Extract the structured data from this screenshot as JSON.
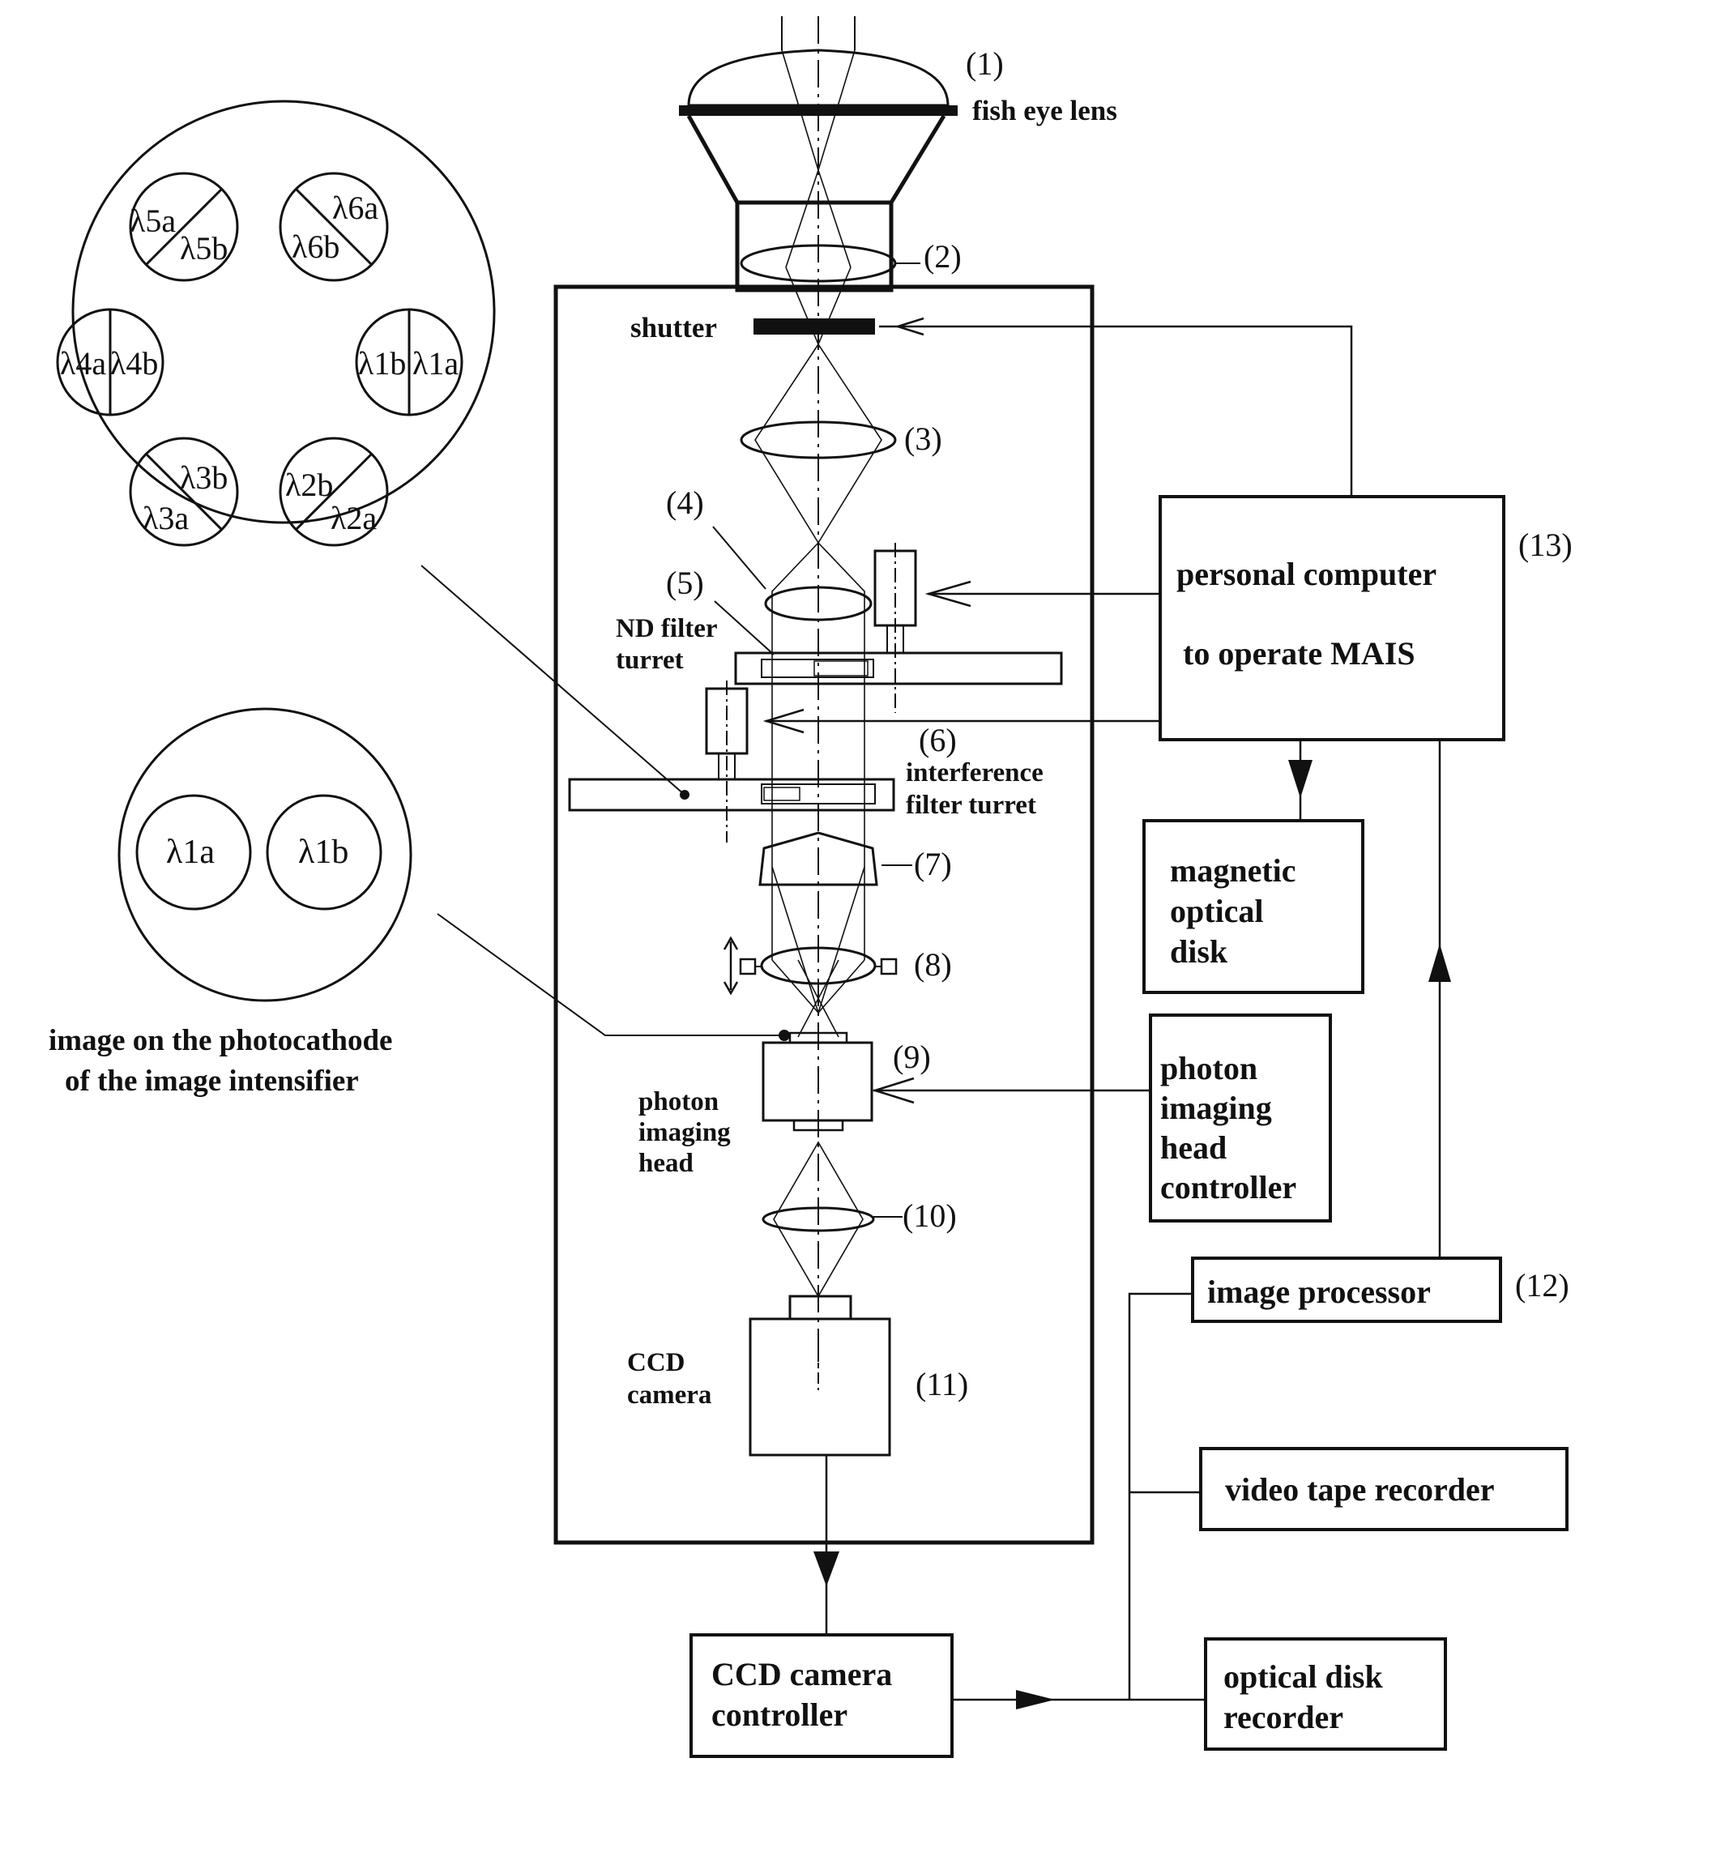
{
  "labels": {
    "n1": "(1)",
    "fish_eye": "fish eye lens",
    "n2": "(2)",
    "shutter": "shutter",
    "n3": "(3)",
    "n4": "(4)",
    "n5": "(5)",
    "nd_filter_1": "ND filter",
    "nd_filter_2": "turret",
    "n6": "(6)",
    "interference_1": "interference",
    "interference_2": "filter turret",
    "n7": "(7)",
    "n8": "(8)",
    "n9": "(9)",
    "photon_head_1": "photon",
    "photon_head_2": "imaging",
    "photon_head_3": "head",
    "n10": "(10)",
    "ccd_camera_1": "CCD",
    "ccd_camera_2": "camera",
    "n11": "(11)",
    "n12": "(12)",
    "n13": "(13)",
    "photocathode_1": "image on the photocathode",
    "photocathode_2": "of the image intensifier"
  },
  "boxes": {
    "pc_1": "personal computer",
    "pc_2": "to  operate MAIS",
    "mo_1": "magnetic",
    "mo_2": "optical",
    "mo_3": "disk",
    "phc_1": "photon",
    "phc_2": "imaging",
    "phc_3": "head",
    "phc_4": "controller",
    "image_processor": "image  processor",
    "vtr": "video tape recorder",
    "odr_1": "optical disk",
    "odr_2": "recorder",
    "ccdc_1": "CCD camera",
    "ccdc_2": "controller"
  },
  "filter_wheel": {
    "l5a": "λ5a",
    "l5b": "λ5b",
    "l6a": "λ6a",
    "l6b": "λ6b",
    "l4a": "λ4a",
    "l4b": "λ4b",
    "l1b": "λ1b",
    "l1a": "λ1a",
    "l3b": "λ3b",
    "l3a": "λ3a",
    "l2b": "λ2b",
    "l2a": "λ2a"
  },
  "photocathode": {
    "l1a": "λ1a",
    "l1b": "λ1b"
  }
}
